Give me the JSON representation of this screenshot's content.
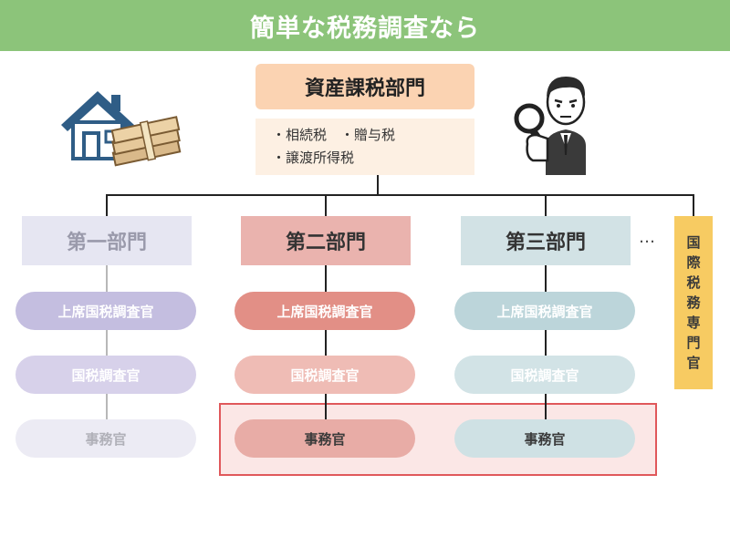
{
  "title": "簡単な税務調査なら",
  "top_department": {
    "name": "資産課税部門",
    "taxes_line1": "・相続税　・贈与税",
    "taxes_line2": "・譲渡所得税"
  },
  "departments": [
    {
      "name": "第一部門",
      "senior_inspector": "上席国税調査官",
      "inspector": "国税調査官",
      "officer": "事務官"
    },
    {
      "name": "第二部門",
      "senior_inspector": "上席国税調査官",
      "inspector": "国税調査官",
      "officer": "事務官"
    },
    {
      "name": "第三部門",
      "senior_inspector": "上席国税調査官",
      "inspector": "国税調査官",
      "officer": "事務官"
    }
  ],
  "ellipsis": "…",
  "international_specialist": [
    "国",
    "際",
    "税",
    "務",
    "専",
    "門",
    "官"
  ],
  "colors": {
    "title_bg": "#8cc47a",
    "dept1": "#e6e6f2",
    "dept1_senior": "#c4bee0",
    "dept1_inspector": "#d7d1ea",
    "dept1_officer": "#ecebf4",
    "dept2": "#eab3ae",
    "dept2_senior": "#e28f86",
    "dept2_inspector": "#efbcb5",
    "dept2_officer": "#e8aca6",
    "dept3": "#d2e2e5",
    "dept3_senior": "#bcd5da",
    "dept3_inspector": "#d2e3e6",
    "dept3_officer": "#cfe1e4",
    "international": "#f7cb62",
    "highlight_border": "#e0585b"
  },
  "icons": [
    "house-icon",
    "money-stack-icon",
    "inspector-with-magnifier-icon"
  ]
}
